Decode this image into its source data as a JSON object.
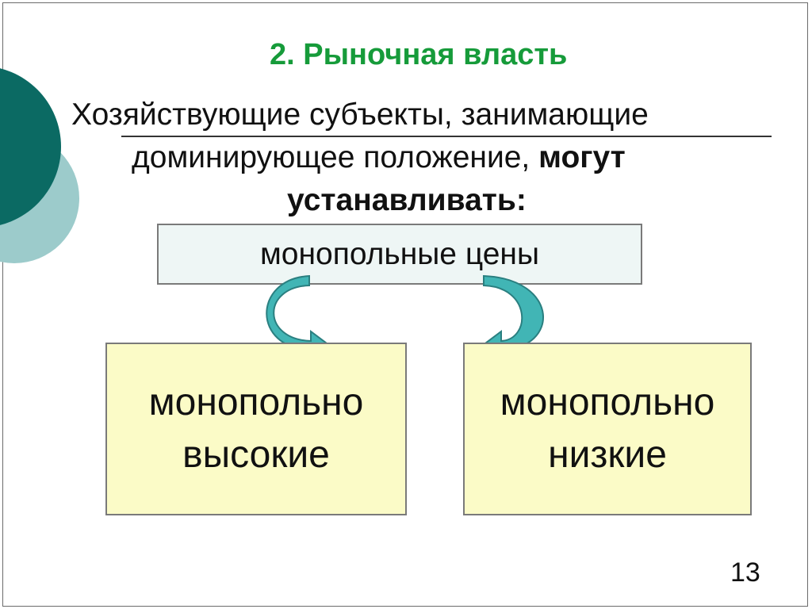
{
  "title": "2. Рыночная власть",
  "subtitle": {
    "line1": "Хозяйствующие субъекты, занимающие",
    "line2_normal": "доминирующее положение,",
    "line2_bold": "могут",
    "line3_bold": "устанавливать:"
  },
  "top_box": {
    "label": "монопольные цены"
  },
  "left_box": {
    "line1": "монопольно",
    "line2": "высокие"
  },
  "right_box": {
    "line1": "монопольно",
    "line2": "низкие"
  },
  "page_number": "13",
  "colors": {
    "title": "#169b3a",
    "circle_dark": "#0b6a63",
    "circle_light": "#9ccbcb",
    "arrow_fill": "#41b5b5",
    "top_box_fill": "#eef6f5",
    "bottom_box_fill": "#fbfbc7"
  }
}
